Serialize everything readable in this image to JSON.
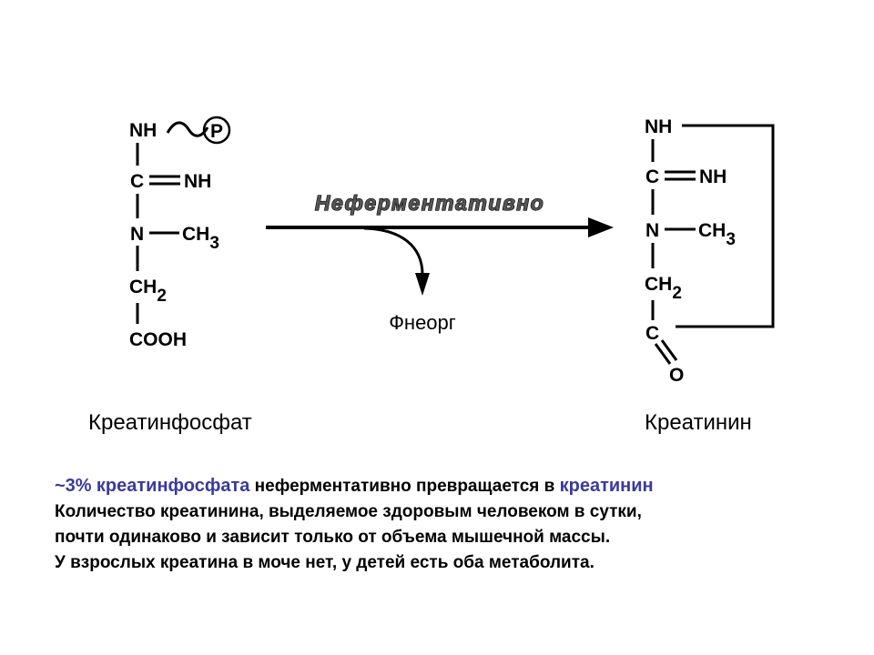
{
  "diagram": {
    "left_molecule": {
      "name": "Креатинфосфат",
      "atoms": {
        "nh_top": "NH",
        "phosphate": "P",
        "c": "C",
        "nh_right": "NH",
        "n": "N",
        "ch3": "CH",
        "ch3_sub": "3",
        "ch2": "CH",
        "ch2_sub": "2",
        "cooh": "COOH"
      }
    },
    "reaction": {
      "label": "Неферментативно",
      "byproduct": "Фнеорг"
    },
    "right_molecule": {
      "name": "Креатинин",
      "atoms": {
        "nh_top": "NH",
        "c": "C",
        "nh_right": "NH",
        "n": "N",
        "ch3": "CH",
        "ch3_sub": "3",
        "ch2": "CH",
        "ch2_sub": "2",
        "c_bottom": "C",
        "o": "O"
      }
    }
  },
  "notes": {
    "line1": {
      "pct": "~3%",
      "term1": "креатинфосфата",
      "middle": "неферментативно превращается в",
      "term2": "креатинин"
    },
    "line2": "Количество креатинина, выделяемое здоровым человеком в сутки,",
    "line3": "почти одинаково и зависит только от объема мышечной массы.",
    "line4": "У взрослых креатина в моче нет, у детей есть оба метаболита."
  },
  "colors": {
    "highlight": "#3a3a9e",
    "text": "#000000",
    "background": "#ffffff"
  }
}
